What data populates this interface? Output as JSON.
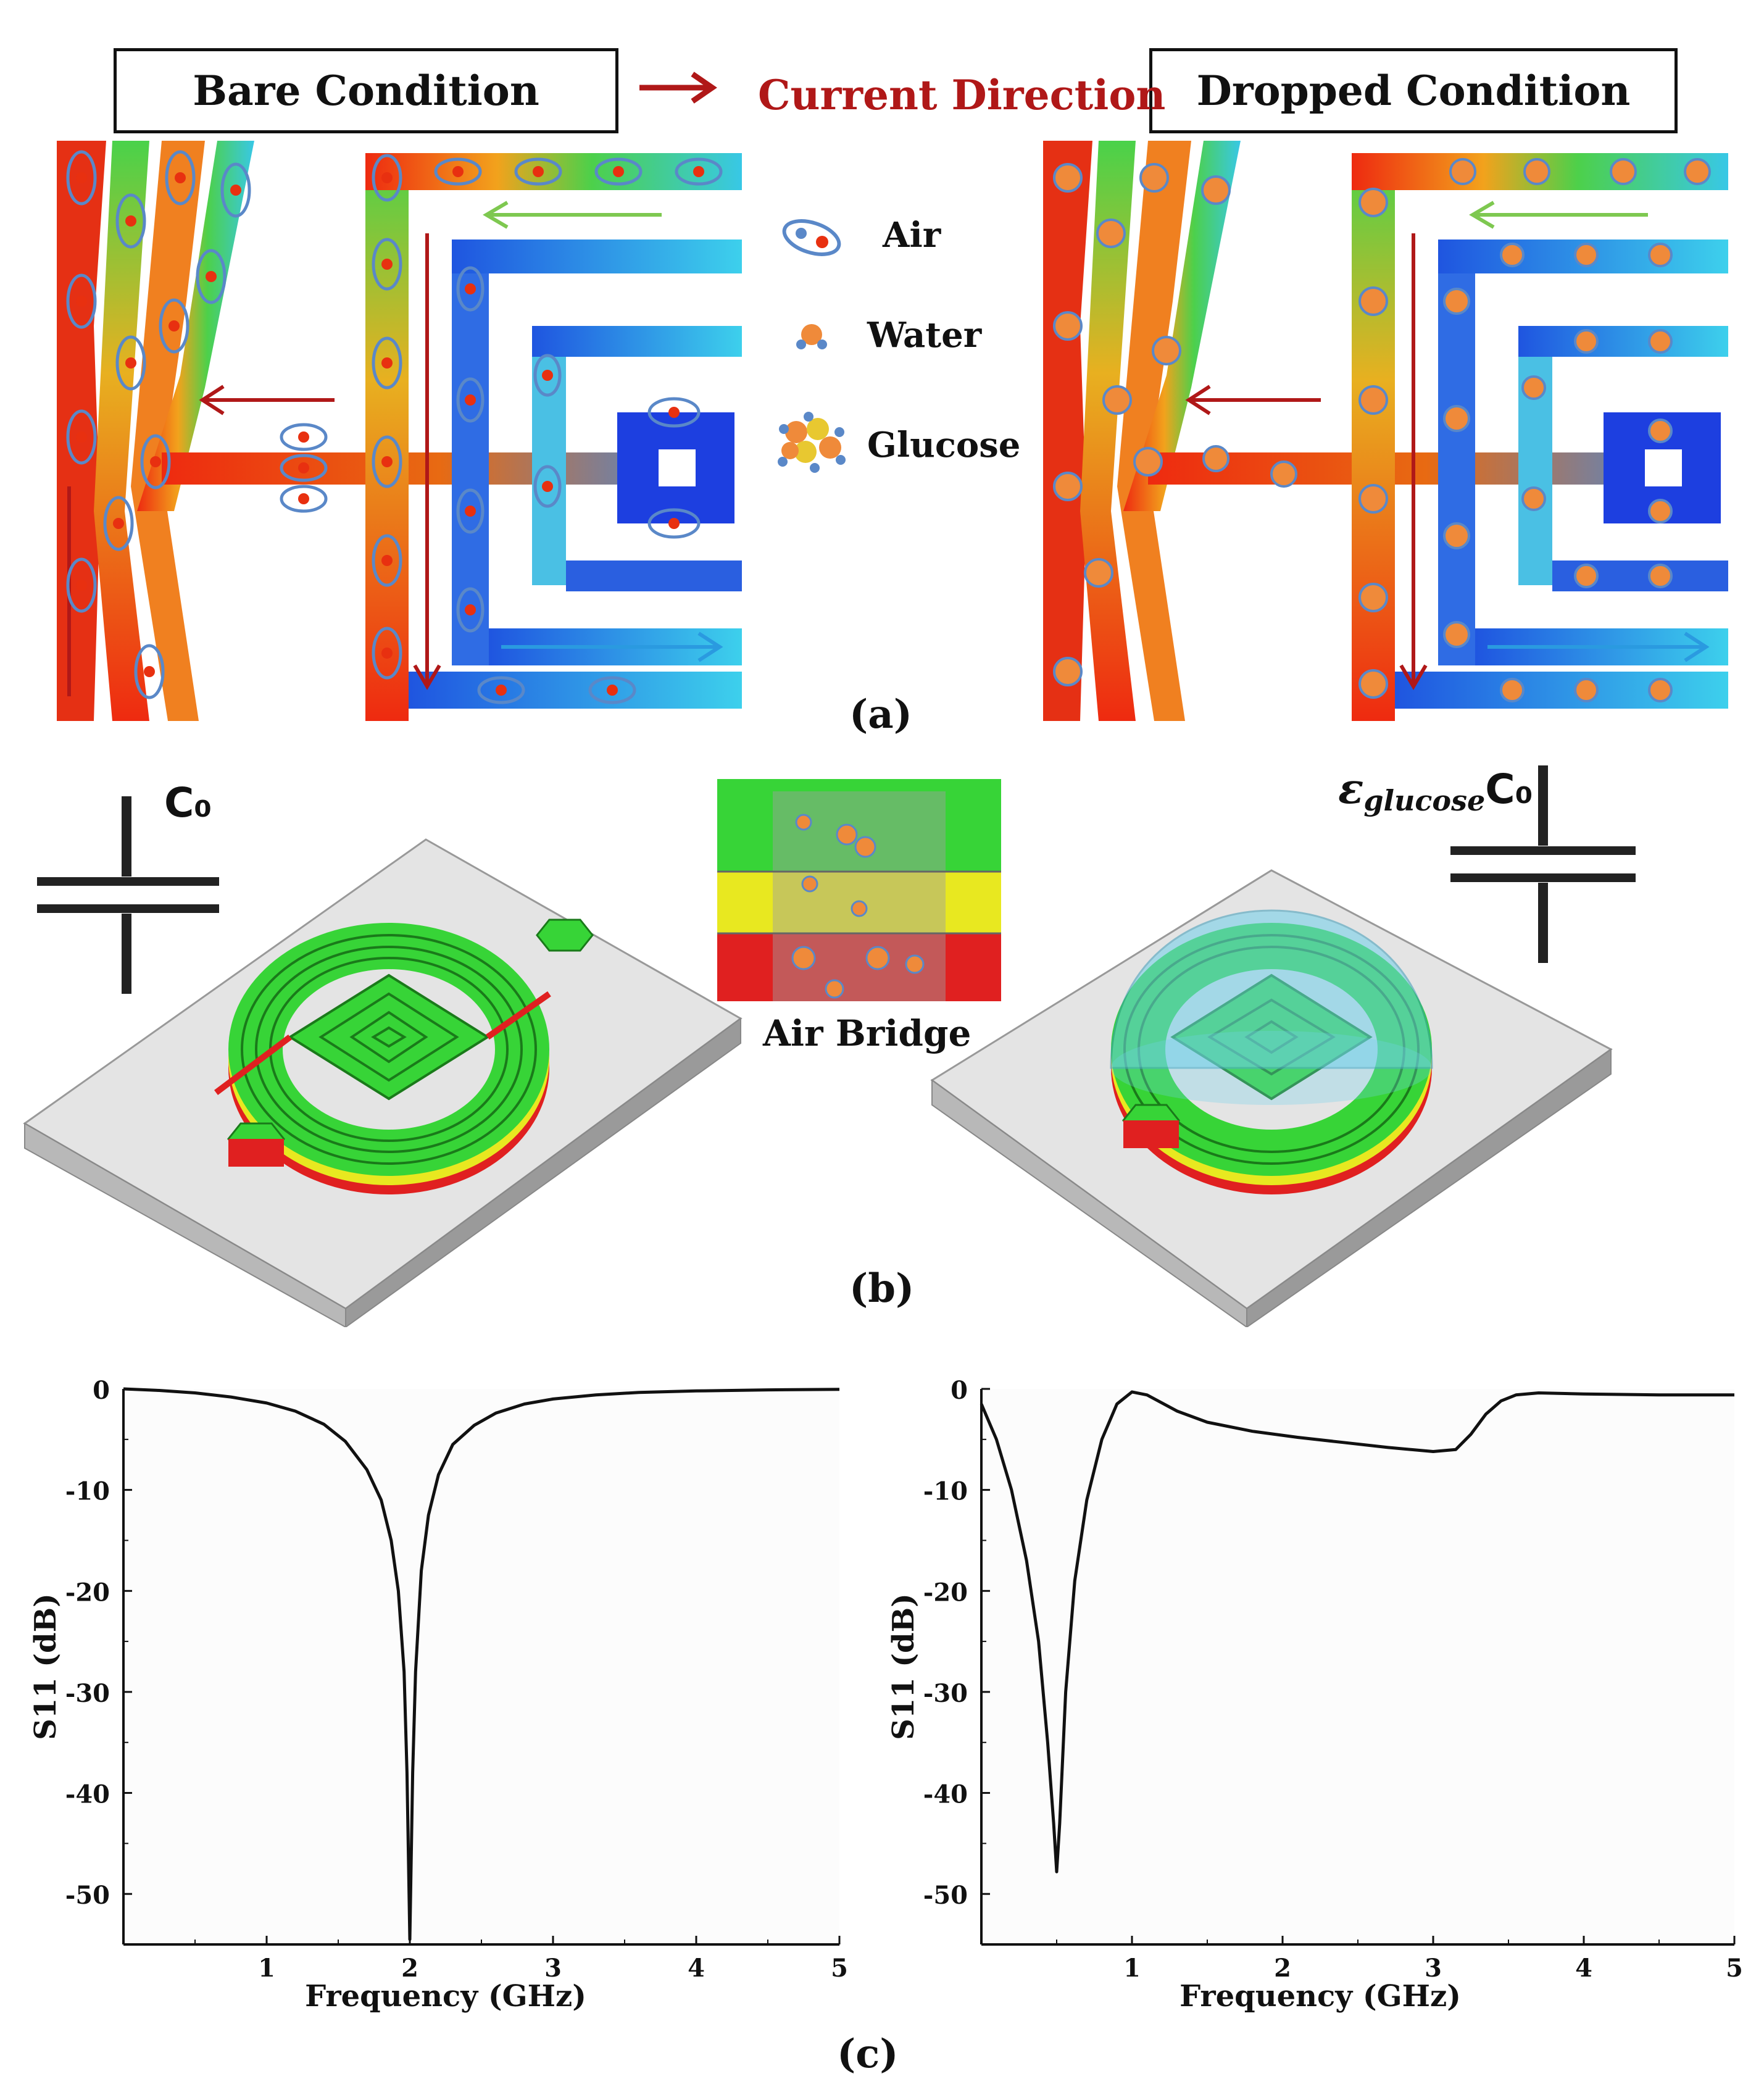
{
  "panel_a": {
    "label": "(a)",
    "bare_title": "Bare Condition",
    "dropped_title": "Dropped Condition",
    "current_direction": "Current Direction",
    "legend": [
      {
        "icon": "air-molecule-icon",
        "label": "Air"
      },
      {
        "icon": "water-molecule-icon",
        "label": "Water"
      },
      {
        "icon": "glucose-molecule-icon",
        "label": "Glucose"
      }
    ],
    "colors": {
      "arrow_red": "#b01818",
      "arrow_green": "#6fc03a",
      "arrow_blue": "#2a9ae0",
      "trace_red": "#ee2a10",
      "trace_blue": "#1f55e0",
      "trace_cyan": "#36c6e8"
    }
  },
  "panel_b": {
    "label": "(b)",
    "bare_capacitor_label": "C₀",
    "dropped_capacitor_prefix": "ε",
    "dropped_capacitor_subscript": "glucose",
    "dropped_capacitor_suffix": "C₀",
    "air_bridge_label": "Air Bridge",
    "colors": {
      "substrate": "#d9d9d9",
      "metal_top": "#37d437",
      "metal_mid": "#e8e820",
      "metal_bottom": "#e02020",
      "droplet": "#6fd0ea"
    }
  },
  "panel_c": {
    "label": "(c)"
  },
  "chart_data": [
    {
      "type": "line",
      "title": "",
      "xlabel": "Frequency (GHz)",
      "ylabel": "S11 (dB)",
      "xlim": [
        0,
        5
      ],
      "ylim": [
        -55,
        0
      ],
      "xticks": [
        1,
        2,
        3,
        4,
        5
      ],
      "yticks": [
        0,
        -10,
        -20,
        -30,
        -40,
        -50
      ],
      "series": [
        {
          "x": [
            0.0,
            0.25,
            0.5,
            0.75,
            1.0,
            1.2,
            1.4,
            1.55,
            1.7,
            1.8,
            1.87,
            1.92,
            1.96,
            1.98,
            2.0,
            2.02,
            2.04,
            2.08,
            2.13,
            2.2,
            2.3,
            2.45,
            2.6,
            2.8,
            3.0,
            3.3,
            3.6,
            4.0,
            4.5,
            5.0
          ],
          "y": [
            0,
            -0.15,
            -0.4,
            -0.8,
            -1.4,
            -2.2,
            -3.5,
            -5.2,
            -8.0,
            -11.0,
            -15.0,
            -20.0,
            -28.0,
            -38.0,
            -54.5,
            -38.0,
            -28.0,
            -18.0,
            -12.5,
            -8.5,
            -5.5,
            -3.6,
            -2.4,
            -1.5,
            -1.0,
            -0.6,
            -0.35,
            -0.2,
            -0.1,
            -0.05
          ]
        }
      ]
    },
    {
      "type": "line",
      "title": "",
      "xlabel": "Frequency (GHz)",
      "ylabel": "S11 (dB)",
      "xlim": [
        0,
        5
      ],
      "ylim": [
        -55,
        0
      ],
      "xticks": [
        1,
        2,
        3,
        4,
        5
      ],
      "yticks": [
        0,
        -10,
        -20,
        -30,
        -40,
        -50
      ],
      "series": [
        {
          "x": [
            0.0,
            0.1,
            0.2,
            0.3,
            0.38,
            0.44,
            0.48,
            0.5,
            0.52,
            0.56,
            0.62,
            0.7,
            0.8,
            0.9,
            1.0,
            1.1,
            1.3,
            1.5,
            1.8,
            2.1,
            2.4,
            2.7,
            3.0,
            3.15,
            3.25,
            3.35,
            3.45,
            3.55,
            3.7,
            4.0,
            4.5,
            5.0
          ],
          "y": [
            -1.5,
            -5.0,
            -10.0,
            -17.0,
            -25.0,
            -35.0,
            -43.0,
            -47.8,
            -43.0,
            -30.0,
            -19.0,
            -11.0,
            -5.0,
            -1.5,
            -0.3,
            -0.6,
            -2.2,
            -3.3,
            -4.2,
            -4.8,
            -5.3,
            -5.8,
            -6.2,
            -6.0,
            -4.5,
            -2.5,
            -1.2,
            -0.6,
            -0.4,
            -0.5,
            -0.6,
            -0.6
          ]
        }
      ]
    }
  ]
}
